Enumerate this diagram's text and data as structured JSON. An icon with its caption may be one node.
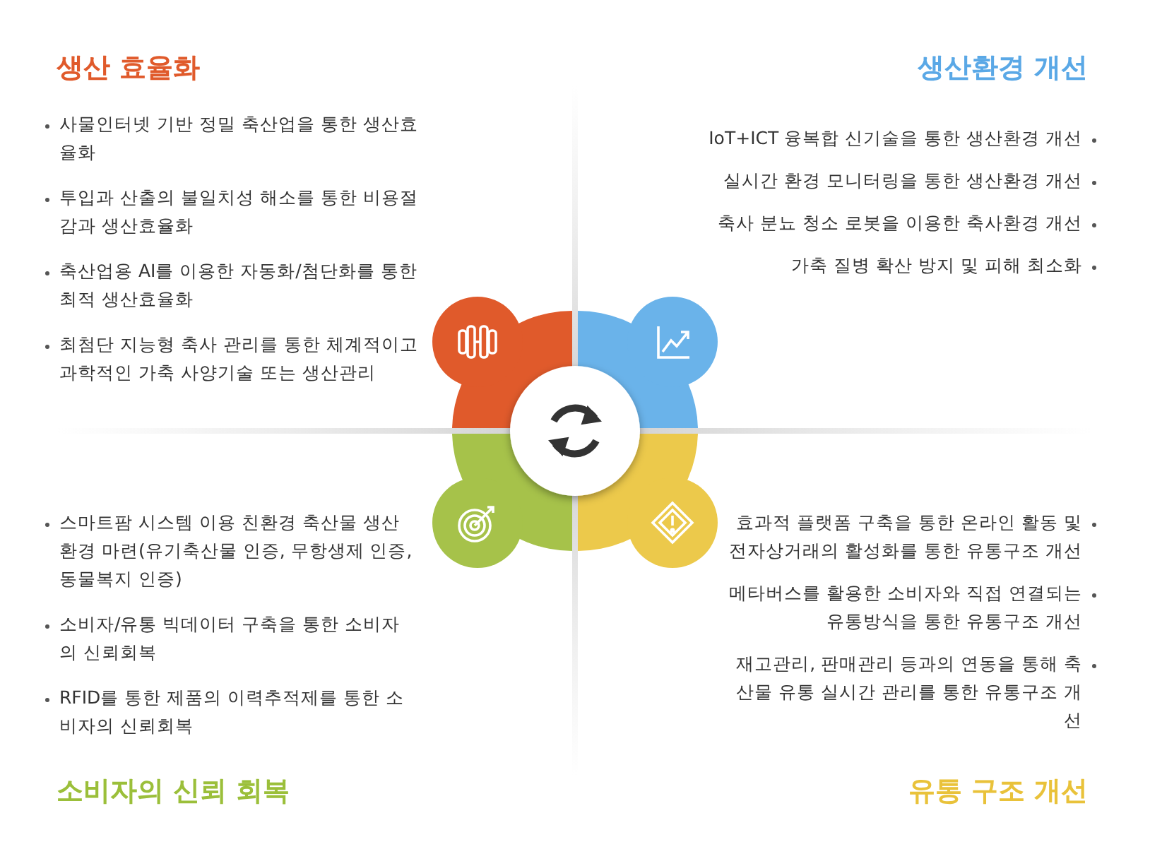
{
  "diagram": {
    "labels": [
      "생산 효율화",
      "사물인터넷 기반 정밀 축산업을 통한 생산효율화",
      "투입과 산출의 불일치성 해소를 통한 비용절감과 생산효율화",
      "축산업용 AI를 이용한 자동화/첨단화를 통한 최적 생산효율화",
      "최첨단 지능형 축사 관리를 통한 체계적이고 과학적인 가축 사양기술 또는 생산관리",
      "생산환경 개선",
      "IoT+ICT 융복합 신기술을 통한 생산환경 개선",
      "실시간 환경 모니터링을 통한 생산환경 개선",
      "축사 분뇨 청소 로봇을 이용한 축사환경 개선",
      "가축 질병 확산 방지 및 피해 최소화",
      "스마트팜 시스템 이용 친환경 축산물 생산 환경 마련(유기축산물 인증, 무항생제 인증, 동물복지 인증)",
      "소비자/유통 빅데이터 구축을 통한 소비자의 신뢰회복",
      "RFID를 통한 제품의 이력추적제를 통한 소비자의 신뢰회복",
      "소비자의 신뢰 회복",
      "효과적 플랫폼 구축을 통한 온라인 활동 및 전자상거래의 활성화를 통한 유통구조 개선",
      "메타버스를 활용한 소비자와 직접 연결되는 유통방식을 통한 유통구조 개선",
      "재고관리, 판매관리 등과의 연동을 통해 축산물 유통 실시간 관리를 통한 유통구조 개선",
      "유통 구조 개선"
    ]
  }
}
